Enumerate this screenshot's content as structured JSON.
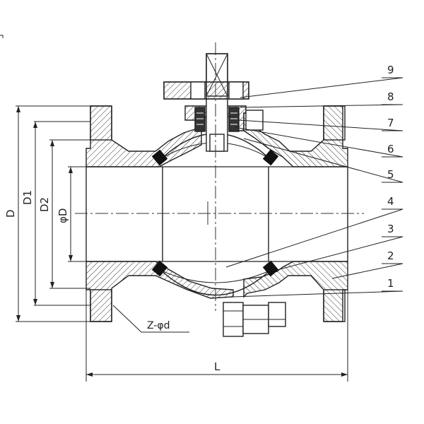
{
  "diagram": {
    "part_numbers": [
      "1",
      "2",
      "3",
      "4",
      "5",
      "6",
      "7",
      "8",
      "9"
    ],
    "dimensions": {
      "overall_height": "D",
      "bolt_circle": "D1",
      "raised_face": "D2",
      "bore": "φD",
      "length": "L",
      "bolt_holes": "Z-φd"
    }
  }
}
